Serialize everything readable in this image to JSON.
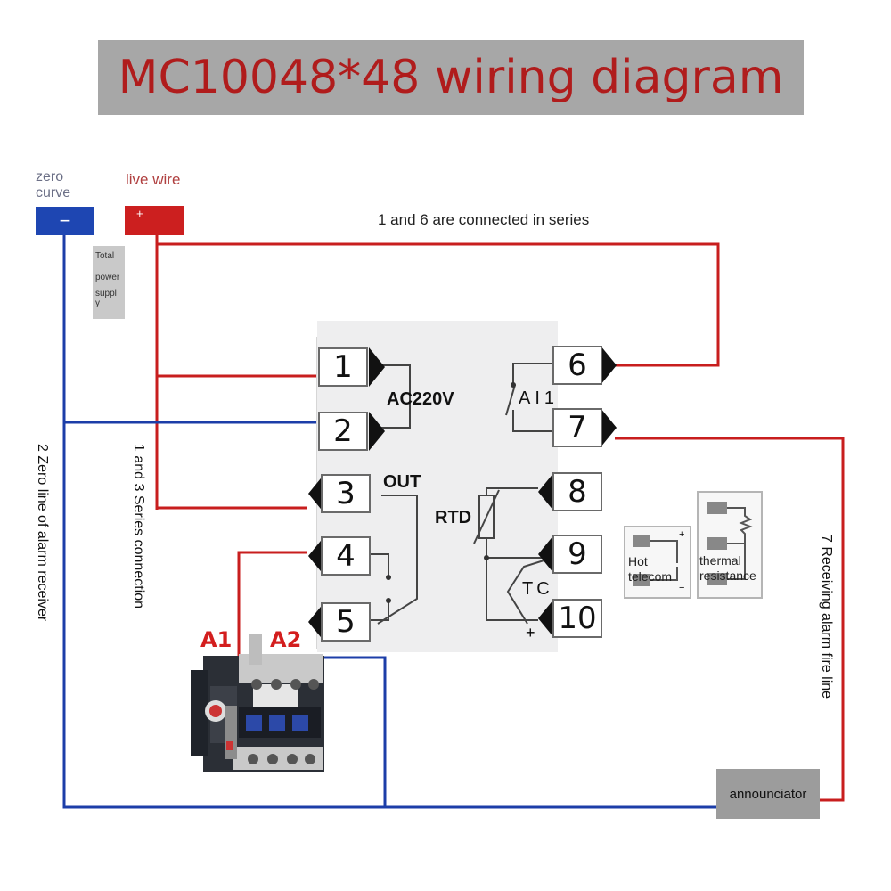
{
  "title": "MC10048*48 wiring diagram",
  "power": {
    "zero_label": "zero\ncurve",
    "live_label": "live wire",
    "negative_symbol": "−",
    "positive_symbol": "+",
    "supply_tag": [
      "Total",
      "power",
      "suppl",
      "y"
    ]
  },
  "annotations": {
    "series_1_6": "1 and 6 are connected in series",
    "series_1_3": "1 and 3 Series connection",
    "zero_alarm": "2 Zero line of alarm receiver",
    "alarm_fire": "7 Receiving alarm fire line"
  },
  "terminals": [
    "1",
    "2",
    "3",
    "4",
    "5",
    "6",
    "7",
    "8",
    "9",
    "10"
  ],
  "module": {
    "power_label": "AC220V",
    "output_label": "OUT",
    "rtd_label": "RTD",
    "ai_label": "AI1",
    "tc_label": "TC",
    "plus_label": "+"
  },
  "sensors": {
    "thermocouple": [
      "Hot",
      "telecom"
    ],
    "thermal_resistance": [
      "thermal",
      "resistance"
    ],
    "plus": "+",
    "minus": "−"
  },
  "contactor": {
    "a1": "A1",
    "a2": "A2"
  },
  "announciator": "announciator",
  "colors": {
    "red_wire": "#c81e1e",
    "blue_wire": "#1c3ea8",
    "title_red": "#b01c1c",
    "banner_grey": "#a7a7a7"
  }
}
